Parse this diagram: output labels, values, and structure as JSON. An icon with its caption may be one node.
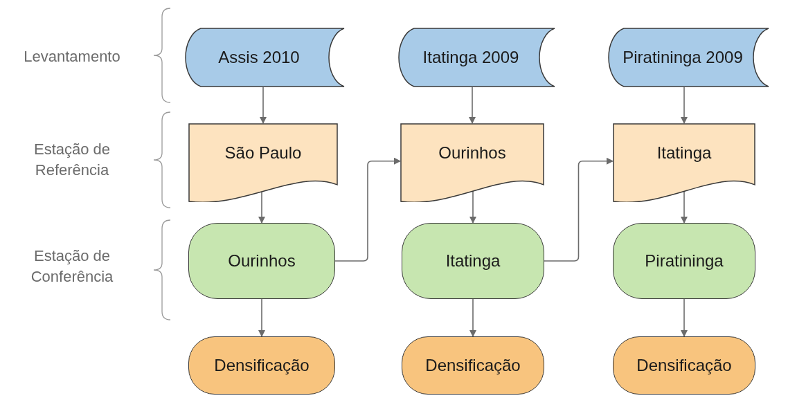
{
  "diagram": {
    "nodes": [
      {
        "text": [
          "Assis 2010"
        ]
      },
      {
        "text": [
          "Itatinga 2009"
        ]
      },
      {
        "text": [
          "Piratininga 2009"
        ]
      },
      {
        "text": [
          "São Paulo"
        ]
      },
      {
        "text": [
          "Ourinhos"
        ]
      },
      {
        "text": [
          "Itatinga"
        ]
      },
      {
        "text": [
          "Ourinhos"
        ]
      },
      {
        "text": [
          "Itatinga"
        ]
      },
      {
        "text": [
          "Piratininga"
        ]
      },
      {
        "text": [
          "Densificação"
        ]
      },
      {
        "text": [
          "Densificação"
        ]
      },
      {
        "text": [
          "Densificação"
        ]
      }
    ],
    "edges": [
      {
        "from": 0,
        "to": 3,
        "arrow": "to"
      },
      {
        "from": 3,
        "to": 6,
        "arrow": "to"
      },
      {
        "from": 6,
        "to": 9,
        "arrow": "to"
      },
      {
        "from": 1,
        "to": 4,
        "arrow": "to"
      },
      {
        "from": 4,
        "to": 7,
        "arrow": "to"
      },
      {
        "from": 7,
        "to": 10,
        "arrow": "to"
      },
      {
        "from": 2,
        "to": 5,
        "arrow": "to"
      },
      {
        "from": 5,
        "to": 8,
        "arrow": "to"
      },
      {
        "from": 8,
        "to": 11,
        "arrow": "to"
      },
      {
        "from": 6,
        "to": 4,
        "arrow": "to"
      },
      {
        "from": 7,
        "to": 5,
        "arrow": "to"
      }
    ],
    "labels": [
      "Levantamento",
      "Estação de Referência",
      "Estação de Conferência"
    ]
  }
}
